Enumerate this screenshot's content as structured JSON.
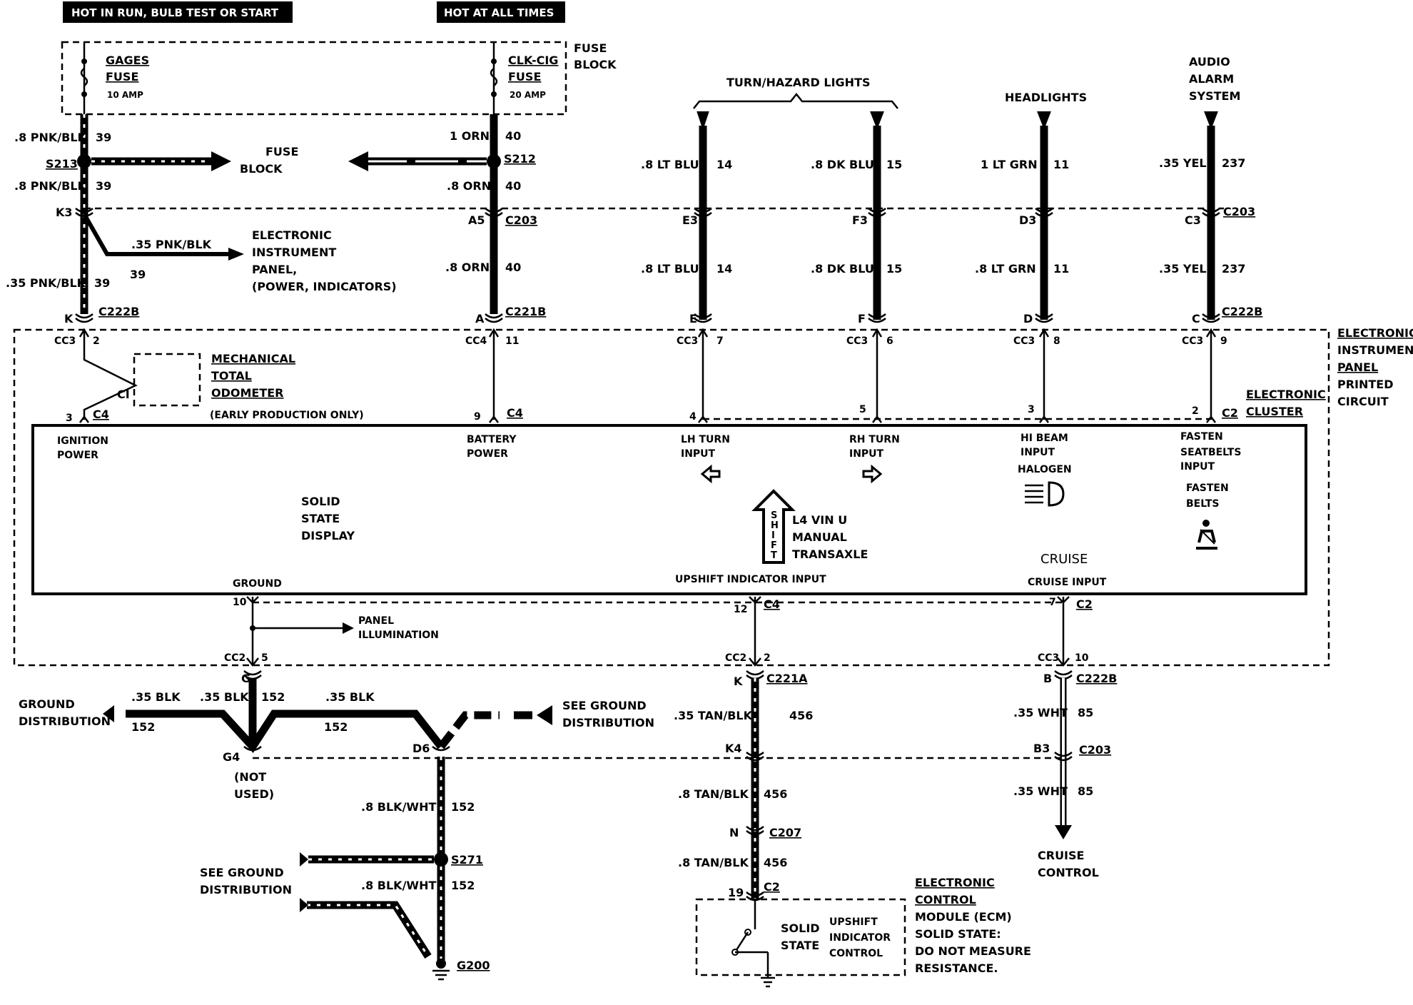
{
  "headers": {
    "hot_run": "HOT IN RUN, BULB TEST OR START",
    "hot_always": "HOT AT ALL TIMES"
  },
  "fuse_block": {
    "label": [
      "FUSE",
      "BLOCK"
    ],
    "gages": [
      "GAGES",
      "FUSE",
      "10 AMP"
    ],
    "clkcig": [
      "CLK-CIG",
      "FUSE",
      "20 AMP"
    ]
  },
  "circuit39": {
    "w1": ".8 PNK/BLK",
    "n1": "39",
    "splice": "S213",
    "w2": ".8 PNK/BLK",
    "n2": "39",
    "to": [
      "FUSE",
      "BLOCK"
    ],
    "conn_pin": "K3",
    "branch_wire": ".35 PNK/BLK",
    "branch_num": "39",
    "branch_to": [
      "ELECTRONIC",
      "INSTRUMENT",
      "PANEL,",
      "(POWER, INDICATORS)"
    ],
    "w3": ".35 PNK/BLK",
    "n3": "39",
    "pin": "K",
    "conn": "C222B"
  },
  "circuit40": {
    "w1": "1 ORN",
    "n1": "40",
    "splice": "S212",
    "w2": ".8 ORN",
    "n2": "40",
    "pin": "A5",
    "conn": "C203",
    "w3": ".8 ORN",
    "n3": "40",
    "pin2": "A",
    "conn2": "C221B"
  },
  "turn_label": "TURN/HAZARD LIGHTS",
  "headlights_label": "HEADLIGHTS",
  "audio_label": [
    "AUDIO",
    "ALARM",
    "SYSTEM"
  ],
  "c14": {
    "w1": ".8 LT BLU",
    "n1": "14",
    "pin": "E3",
    "w2": ".8 LT BLU",
    "n2": "14",
    "pin2": "E"
  },
  "c15": {
    "w1": ".8 DK BLU",
    "n1": "15",
    "pin": "F3",
    "w2": ".8 DK BLU",
    "n2": "15",
    "pin2": "F"
  },
  "c11": {
    "w1": "1 LT GRN",
    "n1": "11",
    "pin": "D3",
    "w2": ".8 LT GRN",
    "n2": "11",
    "pin2": "D"
  },
  "c237": {
    "w1": ".35 YEL",
    "n1": "237",
    "pin": "C3",
    "conn": "C203",
    "w2": ".35 YEL",
    "n2": "237",
    "pin2": "C",
    "conn2": "C222B"
  },
  "eip_label": [
    "ELECTRONIC",
    "INSTRUMENT",
    "PANEL",
    "PRINTED",
    "CIRCUIT"
  ],
  "cluster_label": [
    "ELECTRONIC",
    "CLUSTER"
  ],
  "odometer": [
    "MECHANICAL",
    "TOTAL",
    "ODOMETER",
    "(EARLY PRODUCTION ONLY)"
  ],
  "odo_ci": "CI",
  "pcb_pins": {
    "cc3a": "CC3",
    "p2": "2",
    "p3": "3",
    "c4a": "C4",
    "cc4": "CC4",
    "p11": "11",
    "p9": "9",
    "c4b": "C4",
    "cc3b": "CC3",
    "p7": "7",
    "p4": "4",
    "cc3c": "CC3",
    "p6": "6",
    "p5": "5",
    "cc3d": "CC3",
    "p8": "8",
    "p3b": "3",
    "cc3e": "CC3",
    "p9b": "9",
    "p2b": "2",
    "c2": "C2"
  },
  "cluster": {
    "ign": [
      "IGNITION",
      "POWER"
    ],
    "bat": [
      "BATTERY",
      "POWER"
    ],
    "lh": [
      "LH TURN",
      "INPUT"
    ],
    "rh": [
      "RH TURN",
      "INPUT"
    ],
    "hibeam": [
      "HI BEAM",
      "INPUT",
      "HALOGEN"
    ],
    "seat": [
      "FASTEN",
      "SEATBELTS",
      "INPUT"
    ],
    "belts": [
      "FASTEN",
      "BELTS"
    ],
    "ssd": [
      "SOLID",
      "STATE",
      "DISPLAY"
    ],
    "shift_letters": [
      "S",
      "H",
      "I",
      "F",
      "T"
    ],
    "l4": [
      "L4 VIN U",
      "MANUAL",
      "TRANSAXLE"
    ],
    "cruise": "CRUISE",
    "ground": "GROUND",
    "upshift": "UPSHIFT  INDICATOR  INPUT",
    "cruise_input": "CRUISE  INPUT"
  },
  "bottom_pins": {
    "p10": "10",
    "p12": "12",
    "c4": "C4",
    "p7": "7",
    "c2": "C2",
    "cc2a": "CC2",
    "p5": "5",
    "cc2b": "CC2",
    "p2": "2",
    "cc3": "CC3",
    "p10b": "10",
    "panel_illum": [
      "PANEL",
      "ILLUMINATION"
    ]
  },
  "ground": {
    "pin": "G",
    "dist": [
      "GROUND",
      "DISTRIBUTION"
    ],
    "w1": ".35 BLK",
    "w2": ".35 BLK",
    "n1": "152",
    "n2": "152",
    "w3": ".35 BLK",
    "n3": "152",
    "see": [
      "SEE GROUND",
      "DISTRIBUTION"
    ],
    "g4": "G4",
    "not_used": [
      "(NOT",
      "USED)"
    ],
    "d6": "D6",
    "w4": ".8 BLK/WHT",
    "n4": "152",
    "s271": "S271",
    "see2": [
      "SEE GROUND",
      "DISTRIBUTION"
    ],
    "w5": ".8 BLK/WHT",
    "n5": "152",
    "g200": "G200"
  },
  "c456": {
    "pin": "K",
    "conn": "C221A",
    "w1": ".35 TAN/BLK",
    "n1": "456",
    "pin2": "K4",
    "w2": ".8 TAN/BLK",
    "n2": "456",
    "pin3": "N",
    "conn3": "C207",
    "w3": ".8 TAN/BLK",
    "n3": "456",
    "p19": "19",
    "c2": "C2"
  },
  "ecm": {
    "title": [
      "ELECTRONIC",
      "CONTROL",
      "MODULE (ECM)",
      "SOLID STATE:",
      "DO NOT MEASURE",
      "RESISTANCE."
    ],
    "solid": [
      "SOLID",
      "STATE"
    ],
    "upshift": [
      "UPSHIFT",
      "INDICATOR",
      "CONTROL"
    ]
  },
  "c85": {
    "pin": "B",
    "conn": "C222B",
    "w1": ".35 WHT",
    "n1": "85",
    "pin2": "B3",
    "conn2": "C203",
    "w2": ".35 WHT",
    "n2": "85",
    "to": [
      "CRUISE",
      "CONTROL"
    ]
  }
}
